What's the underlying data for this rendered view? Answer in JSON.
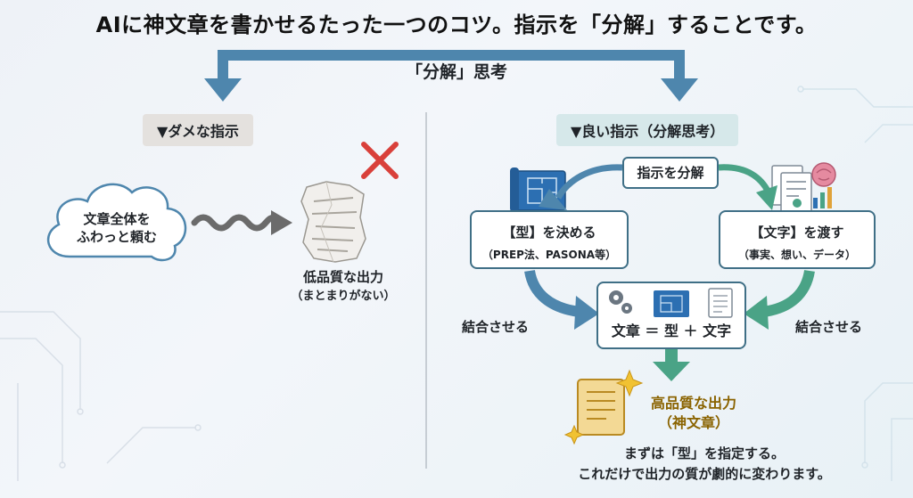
{
  "title": "AIに神文章を書かせるたった一つのコツ。指示を「分解」することです。",
  "subtitle": "「分解」思考",
  "bad": {
    "label": "▼ダメな指示",
    "cloud_line1": "文章全体を",
    "cloud_line2": "ふわっと頼む",
    "result_line1": "低品質な出力",
    "result_line2": "（まとまりがない）",
    "icons": [
      "cloud-shape",
      "wavy-arrow-icon",
      "crumpled-paper-icon",
      "red-x-icon"
    ]
  },
  "good": {
    "label": "▼良い指示（分解思考）",
    "instruction": "指示を分解",
    "kata_title": "【型】を決める",
    "kata_sub": "（PREP法、PASONA等）",
    "moji_title": "【文字】を渡す",
    "moji_sub": "（事実、想い、データ）",
    "combine_left": "結合させる",
    "combine_right": "結合させる",
    "formula": "文章 ＝ 型 ＋ 文字",
    "quality_line1": "高品質な出力",
    "quality_line2": "（神文章）",
    "footer_line1": "まずは「型」を指定する。",
    "footer_line2": "これだけで出力の質が劇的に変わります。",
    "icons": [
      "blueprint-icon",
      "documents-brain-icon",
      "gear-icon",
      "document-icon",
      "golden-document-icon",
      "sparkle-icon"
    ]
  },
  "colors": {
    "arrow_blue": "#4e86ad",
    "arrow_teal": "#4aa386",
    "box_border": "#3f6f86",
    "red_x": "#d9403a",
    "gold": "#8a6300"
  }
}
